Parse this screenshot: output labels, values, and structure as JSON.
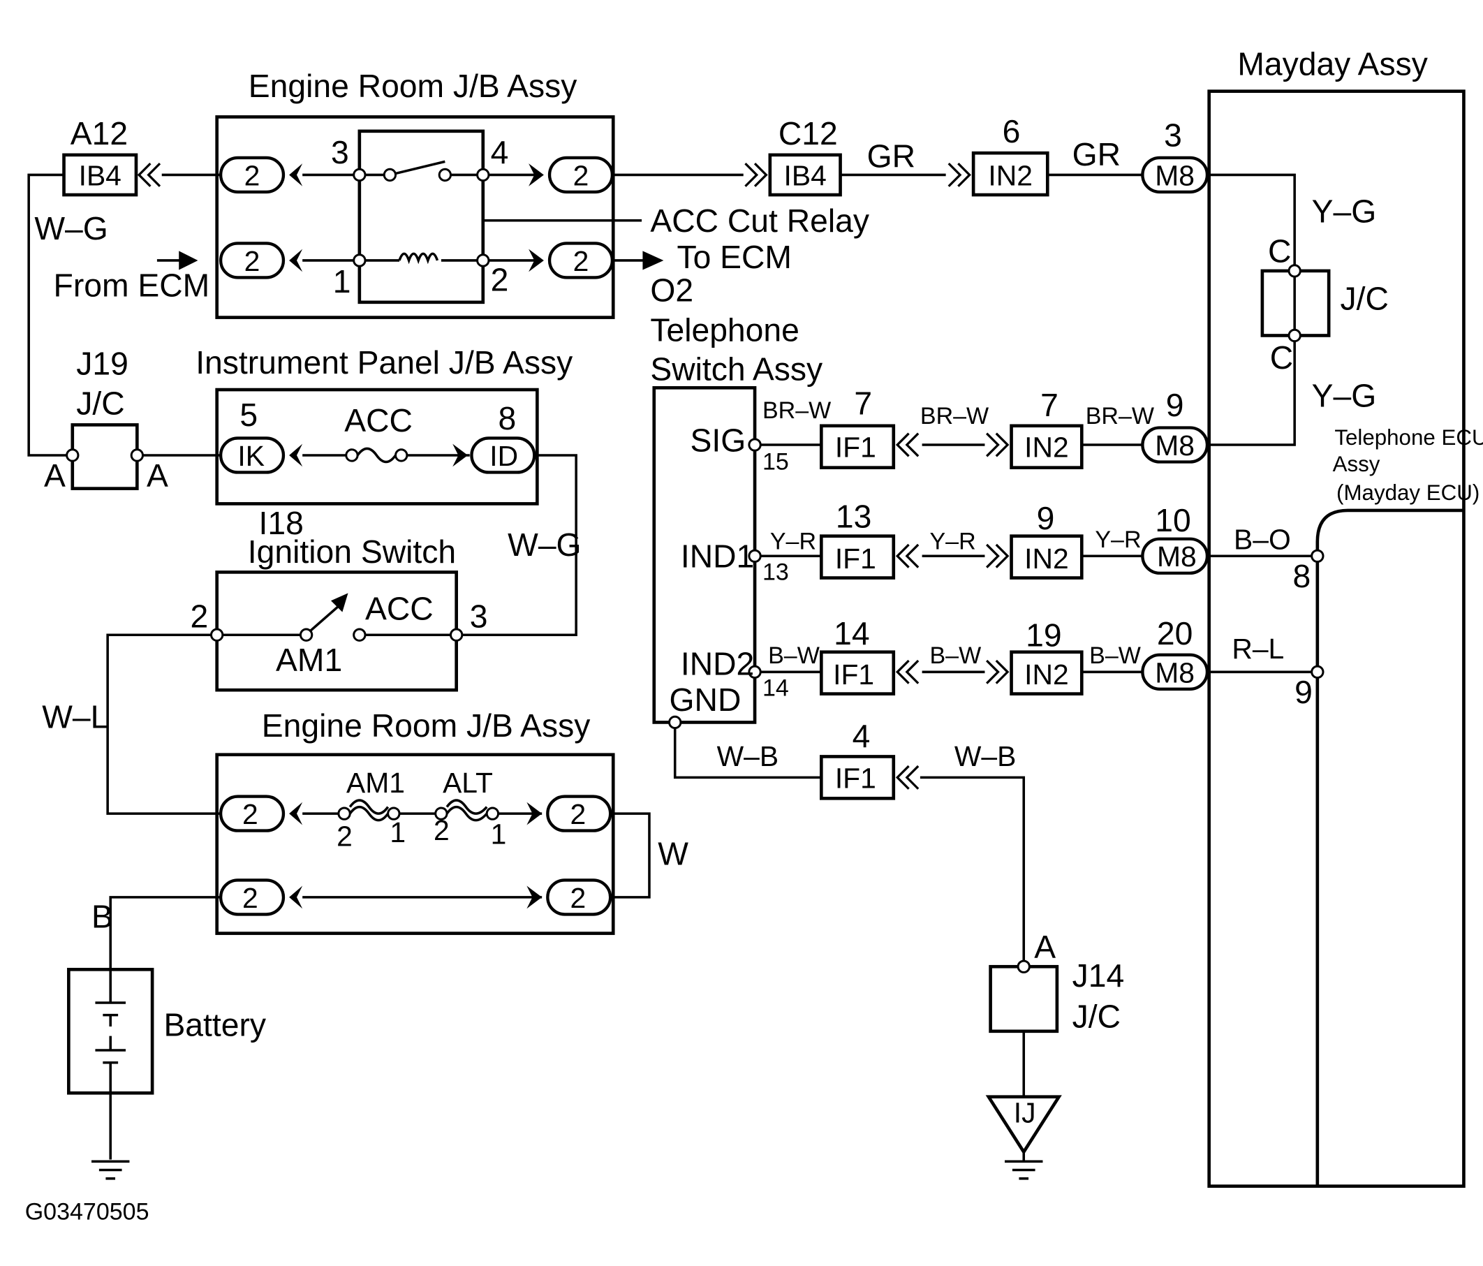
{
  "diagram": {
    "figure_id": "G03470505",
    "components": {
      "engine_room_jb_top": "Engine Room J/B Assy",
      "engine_room_jb_bottom": "Engine Room J/B Assy",
      "instrument_panel_jb": "Instrument Panel J/B Assy",
      "ignition_switch_id": "I18",
      "ignition_switch": "Ignition Switch",
      "acc_cut_relay": "ACC Cut Relay",
      "telephone_switch_id": "O2",
      "telephone_switch_line1": "Telephone",
      "telephone_switch_line2": "Switch Assy",
      "mayday_assy": "Mayday Assy",
      "telephone_ecu_line1": "Telephone ECU",
      "telephone_ecu_line2": "Assy",
      "telephone_ecu_line3": "(Mayday ECU)",
      "battery": "Battery",
      "jc_j19_id": "J19",
      "jc_j19": "J/C",
      "jc_j14_id": "J14",
      "jc_j14": "J/C",
      "jc_mayday": "J/C"
    },
    "labels": {
      "from_ecm": "From ECM",
      "to_ecm": "To ECM",
      "a12": "A12",
      "c12": "C12",
      "fuse_acc": "ACC",
      "fuse_am1": "AM1",
      "fuse_alt": "ALT",
      "sw_acc": "ACC",
      "sw_am1": "AM1",
      "pin_sig": "SIG",
      "pin_ind1": "IND1",
      "pin_ind2": "IND2",
      "pin_gnd": "GND",
      "ground_ij": "IJ"
    },
    "connectors": {
      "ib4": "IB4",
      "in2": "IN2",
      "m8": "M8",
      "if1": "IF1",
      "ik": "IK",
      "id": "ID",
      "jb2": "2"
    },
    "wire_colors": {
      "w_g": "W–G",
      "gr": "GR",
      "y_g": "Y–G",
      "br_w": "BR–W",
      "y_r": "Y–R",
      "b_w": "B–W",
      "w_b": "W–B",
      "b_o": "B–O",
      "r_l": "R–L",
      "w_l": "W–L",
      "w": "W",
      "b": "B"
    },
    "pins": {
      "relay_3": "3",
      "relay_4": "4",
      "relay_1": "1",
      "relay_2": "2",
      "ik_5": "5",
      "id_8": "8",
      "ign_2": "2",
      "ign_3": "3",
      "jc_a": "A",
      "jc_c": "C",
      "am1_2": "2",
      "am1_1": "1",
      "alt_2": "2",
      "alt_1": "1",
      "c12_n": "6",
      "m8_gr": "3",
      "sig_if1": "7",
      "sig_in2": "7",
      "sig_m8": "9",
      "sig_pin": "15",
      "ind1_if1": "13",
      "ind1_in2": "9",
      "ind1_m8": "10",
      "ind1_pin": "13",
      "ind2_if1": "14",
      "ind2_in2": "19",
      "ind2_m8": "20",
      "ind2_pin": "14",
      "gnd_if1": "4",
      "ecu_8": "8",
      "ecu_9": "9"
    }
  }
}
